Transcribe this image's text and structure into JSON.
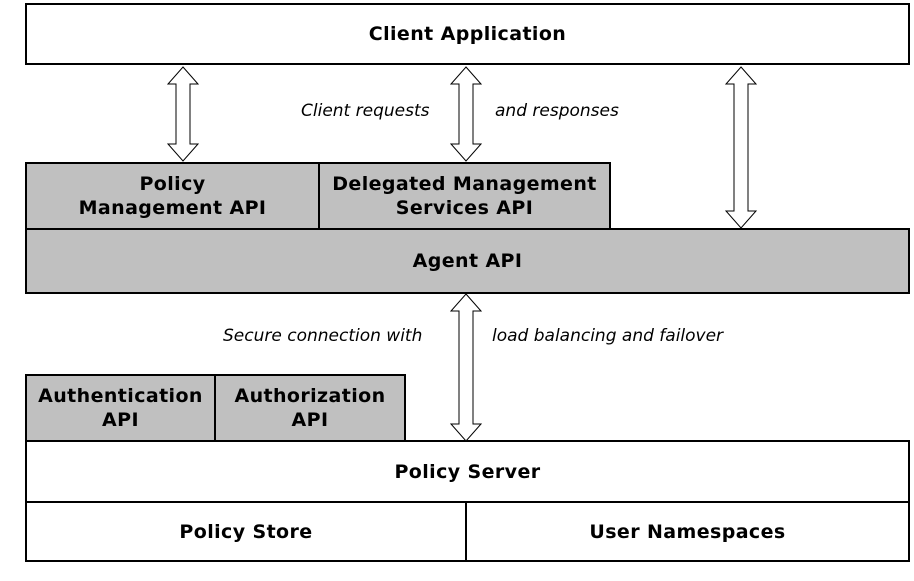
{
  "boxes": {
    "client_application": "Client Application",
    "policy_management_api": "Policy\nManagement API",
    "delegated_management_services_api": "Delegated Management\nServices API",
    "agent_api": "Agent API",
    "authentication_api": "Authentication\nAPI",
    "authorization_api": "Authorization\nAPI",
    "policy_server": "Policy Server",
    "policy_store": "Policy Store",
    "user_namespaces": "User Namespaces"
  },
  "labels": {
    "client_requests": "Client requests",
    "and_responses": "and responses",
    "secure_connection_with": "Secure connection with",
    "load_balancing_and_failover": "load balancing and failover"
  },
  "colors": {
    "gray_fill": "#c0c0c0",
    "white_fill": "#ffffff",
    "border": "#000000"
  }
}
